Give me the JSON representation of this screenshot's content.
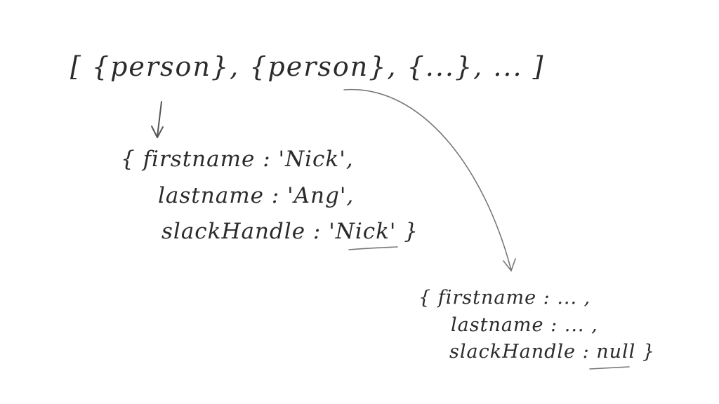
{
  "array_line": "[ {person}, {person}, {...}, ... ]",
  "object_nick": {
    "firstname_line": "{ firstname : 'Nick',",
    "lastname_line": "lastname : 'Ang',",
    "slack_line": "slackHandle : 'Nick' }"
  },
  "object_other": {
    "firstname_line": "{ firstname : ... ,",
    "lastname_line": "lastname : ... ,",
    "slack_line": "slackHandle : null }"
  },
  "colors": {
    "ink": "#2b2b2b",
    "arrow": "#555555"
  }
}
